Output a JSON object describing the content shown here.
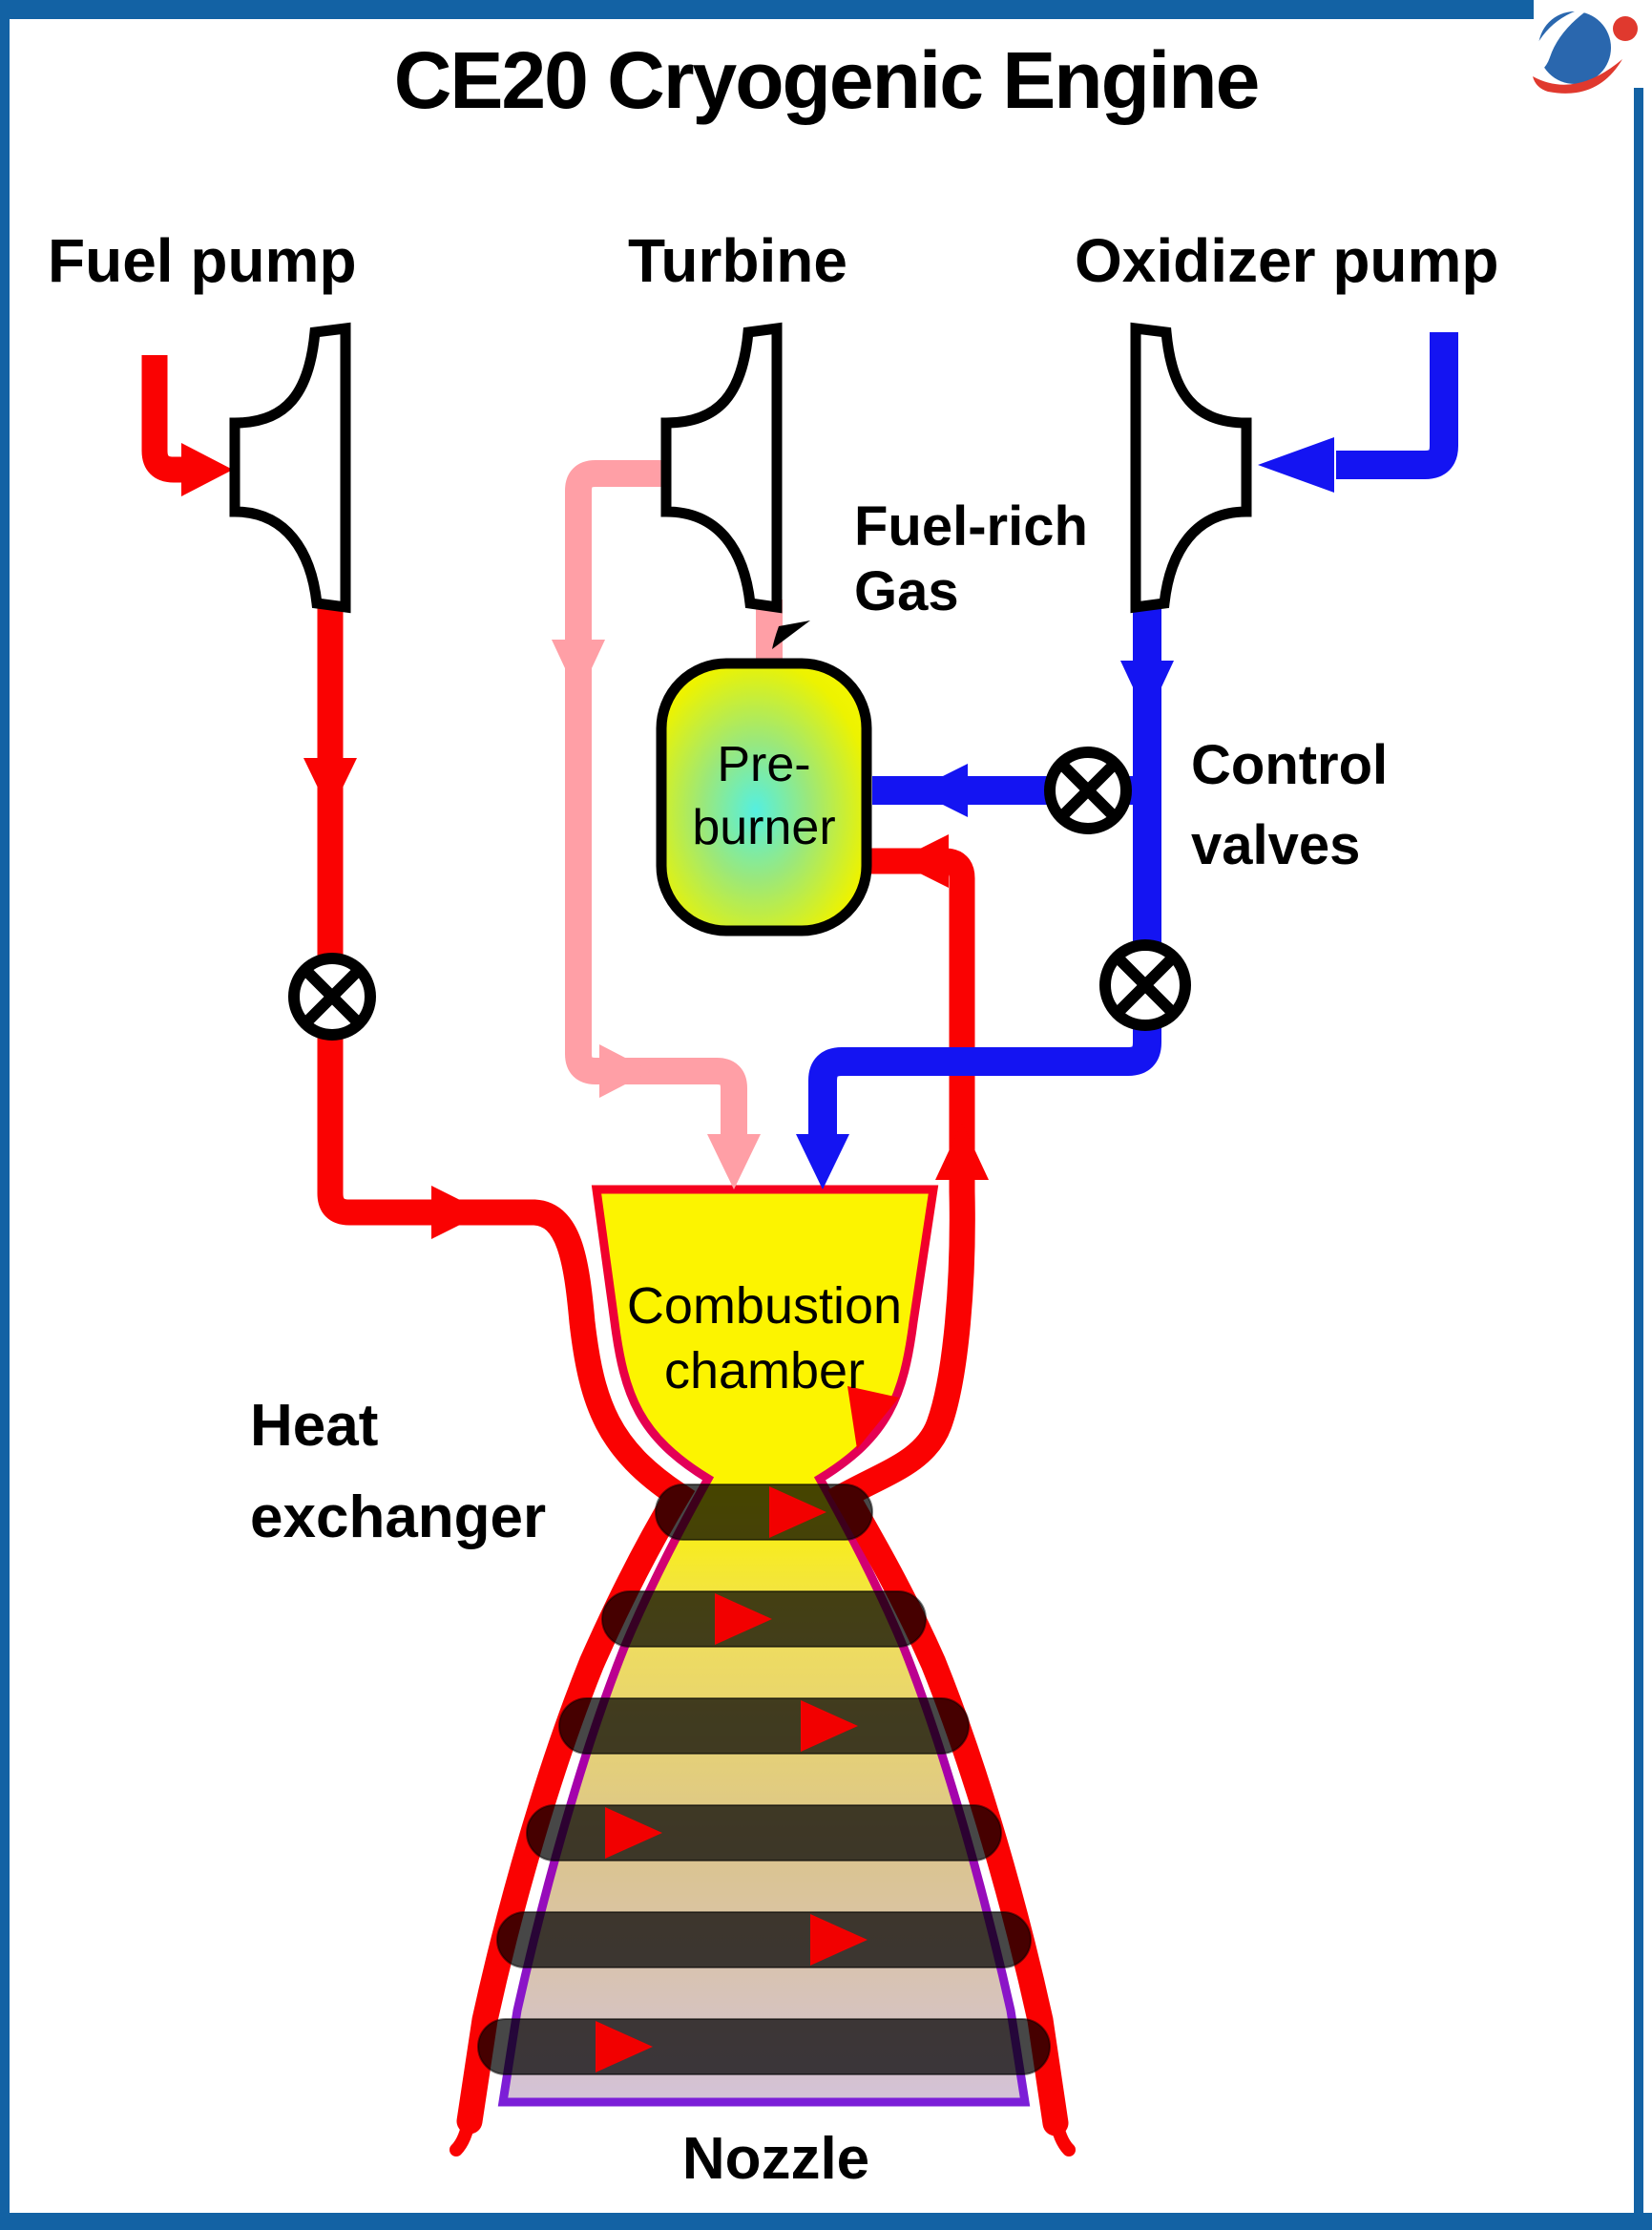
{
  "header": {
    "title": "CE20 Cryogenic Engine"
  },
  "labels": {
    "fuel_pump": "Fuel pump",
    "turbine": "Turbine",
    "oxidizer_pump": "Oxidizer pump",
    "fuel_rich_gas": [
      "Fuel-rich",
      "Gas"
    ],
    "control_valves": [
      "Control",
      "valves"
    ],
    "pre_burner": [
      "Pre-",
      "burner"
    ],
    "combustion_chamber": [
      "Combustion",
      "chamber"
    ],
    "heat_exchanger": [
      "Heat",
      "exchanger"
    ],
    "nozzle": "Nozzle"
  },
  "icons": {
    "valve": "circle-x-valve-icon",
    "pump_symbol": "centrifugal-pump-icon",
    "turbine_symbol": "turbine-icon",
    "flow_arrow": "flow-direction-arrow",
    "logo": "brand-globe-logo"
  },
  "colors": {
    "frame_blue": "#1362A4",
    "fuel_line_red": "#FA0202",
    "oxidizer_line_blue": "#1414F2",
    "turbine_gas_pink": "#FF9FA6",
    "chamber_yellow": "#FCF400",
    "preburner_core_cyan": "#55EFE0",
    "contour_top_crimson": "#F5001E",
    "contour_bottom_purple": "#7B1FD8",
    "nozzle_exit_lavender": "#D4C2D8",
    "heat_band_dark": "rgba(0,0,0,0.72)",
    "logo_blue": "#2A67AE",
    "logo_red": "#E0392E"
  }
}
